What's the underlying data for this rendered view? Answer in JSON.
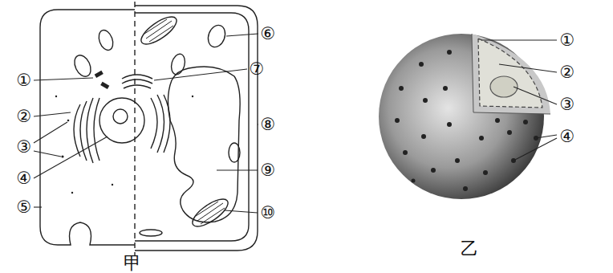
{
  "diagram": {
    "labels": [
      "①",
      "②",
      "③",
      "④",
      "⑤",
      "⑥",
      "⑦",
      "⑧",
      "⑨",
      "⑩",
      "甲",
      "①",
      "②",
      "③",
      "④",
      "乙"
    ]
  }
}
